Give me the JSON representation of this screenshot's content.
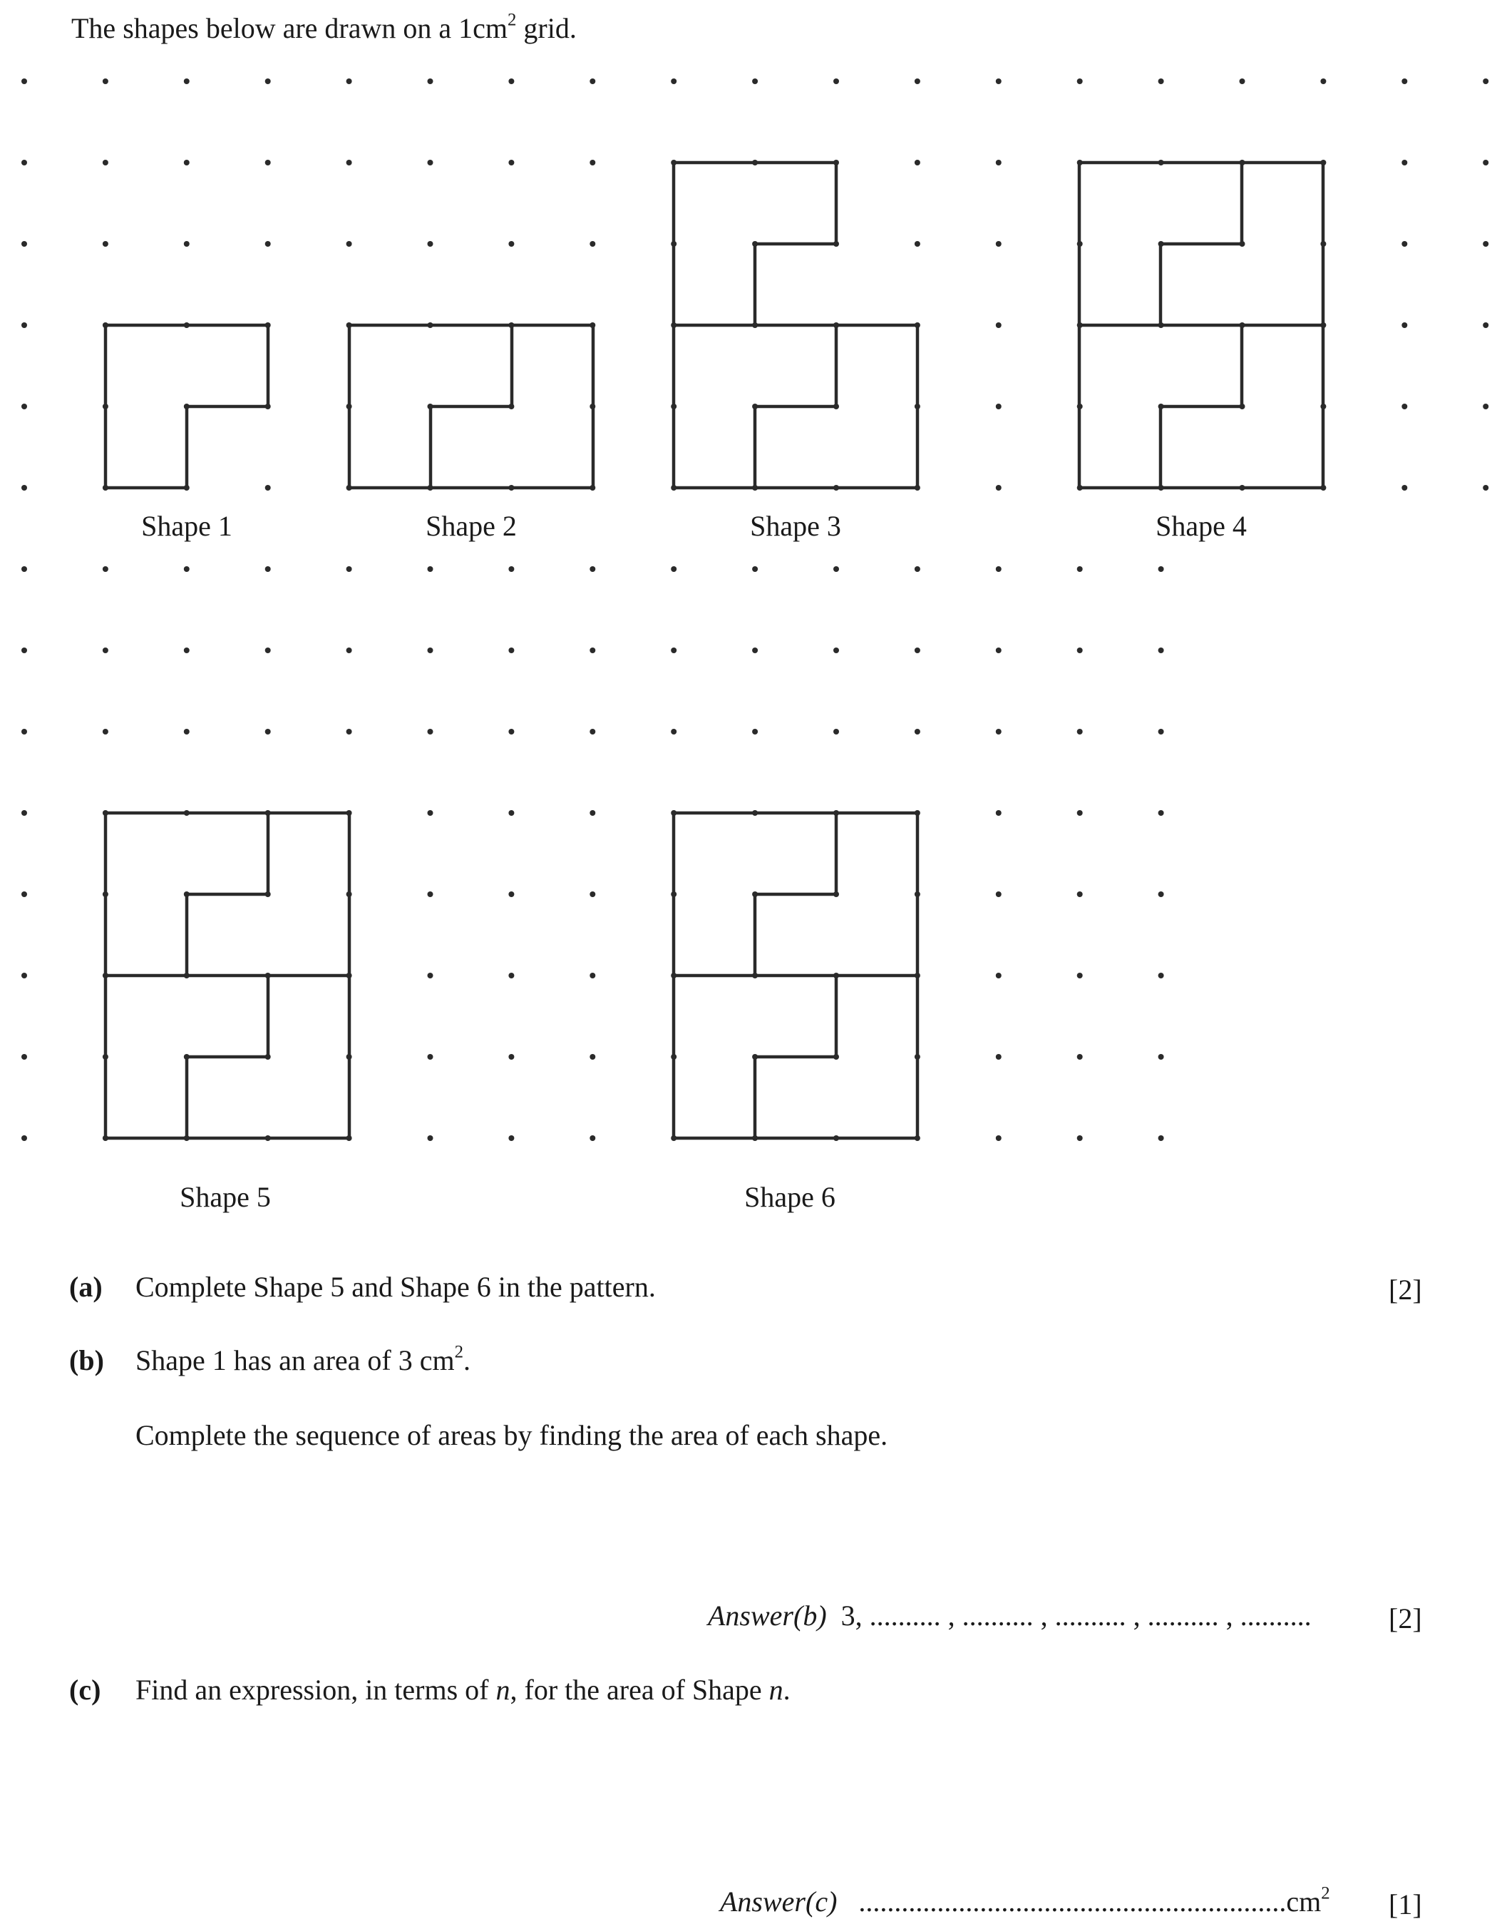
{
  "header": {
    "intro_prefix": "The shapes below are drawn on a 1",
    "intro_unit": "cm",
    "intro_sup": "2",
    "intro_suffix": " grid."
  },
  "shape_labels": [
    "Shape 1",
    "Shape 2",
    "Shape 3",
    "Shape 4",
    "Shape 5",
    "Shape 6"
  ],
  "part_a": {
    "letter": "(a)",
    "text": "Complete Shape 5 and Shape 6 in the pattern.",
    "marks": "[2]"
  },
  "part_b": {
    "letter": "(b)",
    "text_prefix": "Shape 1 has an area of 3",
    "text_unit": " cm",
    "text_sup": "2",
    "text_suffix": ".",
    "instruction": "Complete the sequence of areas by finding the area of each shape.",
    "answer_label": "Answer(b)",
    "answer_value": "3, .......... , .......... , .......... , .......... , ..........",
    "marks": "[2]"
  },
  "part_c": {
    "letter": "(c)",
    "text_prefix": "Find an expression, in terms of ",
    "text_var": "n",
    "text_mid": ", for the area of Shape ",
    "text_var2": "n",
    "text_suffix": ".",
    "answer_label": "Answer(c)",
    "answer_line": "............................................................",
    "answer_unit": "cm",
    "answer_sup": "2",
    "marks": "[1]"
  }
}
